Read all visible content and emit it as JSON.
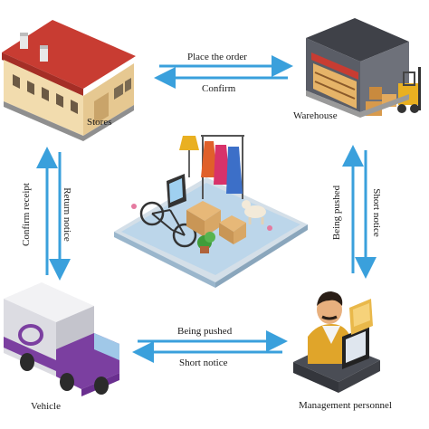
{
  "nodes": {
    "stores": "Stores",
    "warehouse": "Warehouse",
    "vehicle": "Vehicle",
    "management": "Management personnel"
  },
  "edges": {
    "place_order": "Place the order",
    "confirm": "Confirm",
    "confirm_receipt": "Confirm receipt",
    "return_notice": "Return notice",
    "being_pushed_right": "Being pushed",
    "short_notice_right": "Short notice",
    "being_pushed_bottom": "Being pushed",
    "short_notice_bottom": "Short notice"
  },
  "colors": {
    "arrow": "#3aa0dc",
    "roof": "#c83c32",
    "store_wall": "#f2dcae",
    "warehouse_gray": "#5a5d66",
    "truck_purple": "#7b3fa0",
    "truck_cab": "#6a2f8f",
    "phone_blue": "#bcd6ea",
    "skin": "#e8b07e",
    "vest": "#e0a52a"
  },
  "icons": [
    "store-building-icon",
    "warehouse-icon",
    "delivery-truck-icon",
    "manager-icon",
    "ecommerce-phone-icon"
  ]
}
